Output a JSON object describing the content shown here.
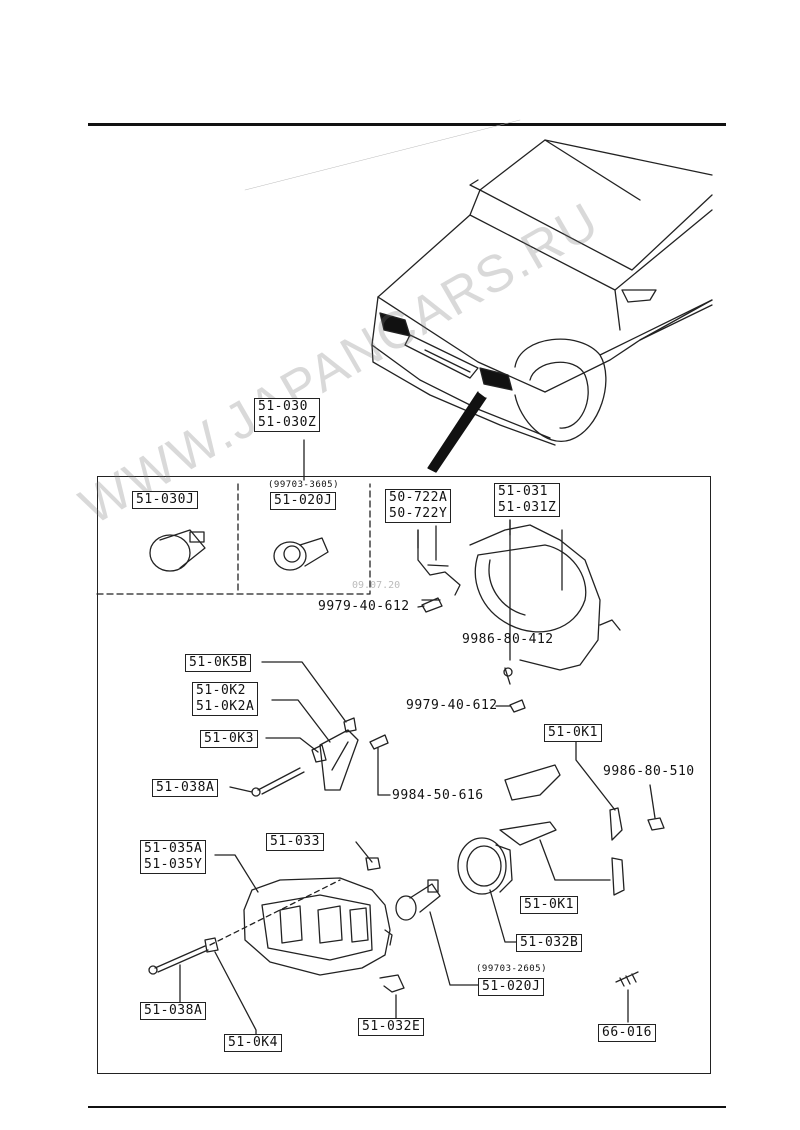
{
  "watermark": "WWW.JAPANCARS.RU",
  "stamp": "09.07.20",
  "labels": {
    "p51_030": "51-030",
    "p51_030Z": "51-030Z",
    "p51_030J": "51-030J",
    "ref_top": "(99703-3605)",
    "p51_020J_top": "51-020J",
    "p50_722A": "50-722A",
    "p50_722Y": "50-722Y",
    "p51_031": "51-031",
    "p51_031Z": "51-031Z",
    "bolt_9979_a": "9979-40-612",
    "bolt_9986_412": "9986-80-412",
    "bolt_9979_b": "9979-40-612",
    "p51_0K5B": "51-0K5B",
    "p51_0K2": "51-0K2",
    "p51_0K2A": "51-0K2A",
    "p51_0K3": "51-0K3",
    "p51_038A_top": "51-038A",
    "bolt_9984": "9984-50-616",
    "p51_0K1_top": "51-0K1",
    "bolt_9986_510": "9986-80-510",
    "p51_035A": "51-035A",
    "p51_035Y": "51-035Y",
    "p51_033": "51-033",
    "p51_0K1_bottom": "51-0K1",
    "p51_032B": "51-032B",
    "ref_bottom": "(99703-2605)",
    "p51_020J_bottom": "51-020J",
    "p51_038A_bottom": "51-038A",
    "p51_0K4": "51-0K4",
    "p51_032E": "51-032E",
    "p66_016": "66-016"
  }
}
